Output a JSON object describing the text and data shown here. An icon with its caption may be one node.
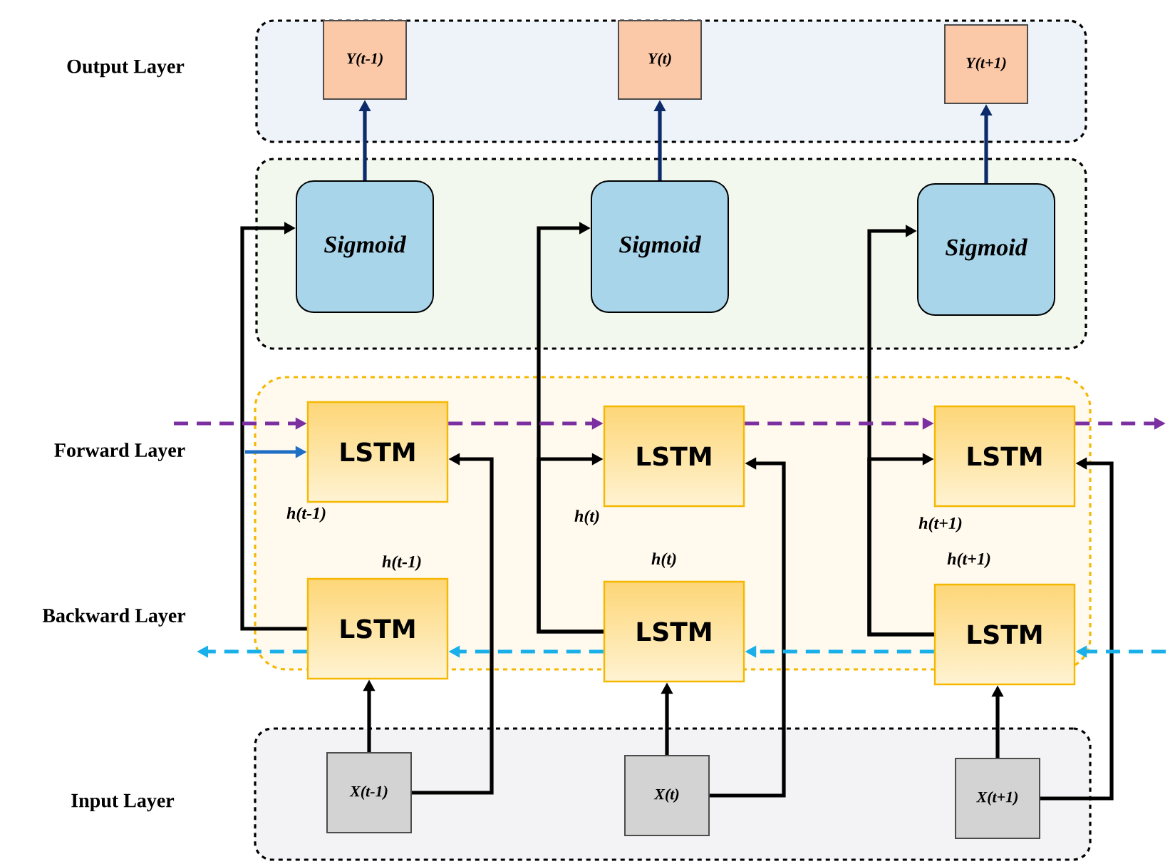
{
  "diagram": {
    "nodes": [
      {
        "text": [
          "Output Layer"
        ]
      },
      {
        "text": [
          "Y(t-1)"
        ],
        "in": 0
      },
      {
        "text": [
          "Y(t)"
        ],
        "in": 0
      },
      {
        "text": [
          "Y(t+1)"
        ],
        "in": 0
      },
      {
        "text": [],
        "shape": "box"
      },
      {
        "text": [
          "Sigmoid"
        ],
        "in": 4
      },
      {
        "text": [
          "Sigmoid"
        ],
        "in": 4
      },
      {
        "text": [
          "Sigmoid"
        ],
        "in": 4
      },
      {
        "text": [],
        "shape": "box"
      },
      {
        "text": [
          "LSTM"
        ],
        "in": 8,
        "beside": [
          "h(t-1)"
        ]
      },
      {
        "text": [
          "LSTM"
        ],
        "in": 8,
        "beside": [
          "h(t)"
        ]
      },
      {
        "text": [
          "LSTM"
        ],
        "in": 8,
        "beside": [
          "h(t+1)"
        ]
      },
      {
        "text": [
          "LSTM"
        ],
        "in": 8,
        "beside": [
          "h(t-1)"
        ]
      },
      {
        "text": [
          "LSTM"
        ],
        "in": 8,
        "beside": [
          "h(t)"
        ]
      },
      {
        "text": [
          "LSTM"
        ],
        "in": 8,
        "beside": [
          "h(t+1)"
        ]
      },
      {
        "text": [
          "Input Layer"
        ]
      },
      {
        "text": [
          "X(t-1)"
        ],
        "in": 15
      },
      {
        "text": [
          "X(t)"
        ],
        "in": 15
      },
      {
        "text": [
          "X(t+1)"
        ],
        "in": 15
      }
    ],
    "edges": [
      {
        "from": 5,
        "to": 1,
        "arrow": "to",
        "color": "#0d2a6b"
      },
      {
        "from": 6,
        "to": 2,
        "arrow": "to",
        "color": "#0d2a6b"
      },
      {
        "from": 7,
        "to": 3,
        "arrow": "to",
        "color": "#0d2a6b"
      },
      {
        "from": 16,
        "to": 12,
        "arrow": "to"
      },
      {
        "from": 17,
        "to": 13,
        "arrow": "to"
      },
      {
        "from": 18,
        "to": 14,
        "arrow": "to"
      },
      {
        "from": 16,
        "to": 9,
        "arrow": "to"
      },
      {
        "from": 17,
        "to": 10,
        "arrow": "to"
      },
      {
        "from": 18,
        "to": 11,
        "arrow": "to"
      },
      {
        "from": 12,
        "to": 5,
        "arrow": "to"
      },
      {
        "from": 13,
        "to": 6,
        "arrow": "to"
      },
      {
        "from": 14,
        "to": 7,
        "arrow": "to"
      },
      {
        "from": 13,
        "to": 10,
        "arrow": "to"
      },
      {
        "from": 14,
        "to": 11,
        "arrow": "to"
      },
      {
        "from": null,
        "to": 9,
        "arrow": "to",
        "color": "#1f6fc4"
      },
      {
        "from": null,
        "to": 9,
        "arrow": "to",
        "style": "dashed",
        "color": "#7b2fa0"
      },
      {
        "from": 9,
        "to": 10,
        "arrow": "to",
        "style": "dashed",
        "color": "#7b2fa0"
      },
      {
        "from": 10,
        "to": 11,
        "arrow": "to",
        "style": "dashed",
        "color": "#7b2fa0"
      },
      {
        "from": 11,
        "to": null,
        "arrow": "to",
        "style": "dashed",
        "color": "#7b2fa0"
      },
      {
        "from": null,
        "to": 14,
        "arrow": "to",
        "style": "dashed",
        "color": "#19b0ea"
      },
      {
        "from": 14,
        "to": 13,
        "arrow": "to",
        "style": "dashed",
        "color": "#19b0ea"
      },
      {
        "from": 13,
        "to": 12,
        "arrow": "to",
        "style": "dashed",
        "color": "#19b0ea"
      },
      {
        "from": 12,
        "to": null,
        "arrow": "to",
        "style": "dashed",
        "color": "#19b0ea"
      }
    ],
    "labels": [
      "Forward Layer",
      "Backward Layer"
    ]
  }
}
